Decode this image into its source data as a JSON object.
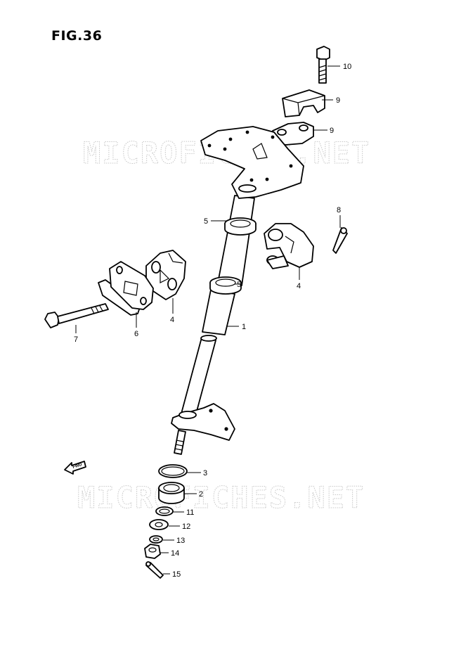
{
  "figure": {
    "title": "FIG.36"
  },
  "watermark": {
    "text": "MICROFICHES.NET"
  },
  "fwd_label": "FWD",
  "callouts": {
    "c1": "1",
    "c2": "2",
    "c3": "3",
    "c4a": "4",
    "c4b": "4",
    "c5a": "5",
    "c5b": "5",
    "c6": "6",
    "c7": "7",
    "c8": "8",
    "c9a": "9",
    "c9b": "9",
    "c10": "10",
    "c11": "11",
    "c12": "12",
    "c13": "13",
    "c14": "14",
    "c15": "15"
  }
}
